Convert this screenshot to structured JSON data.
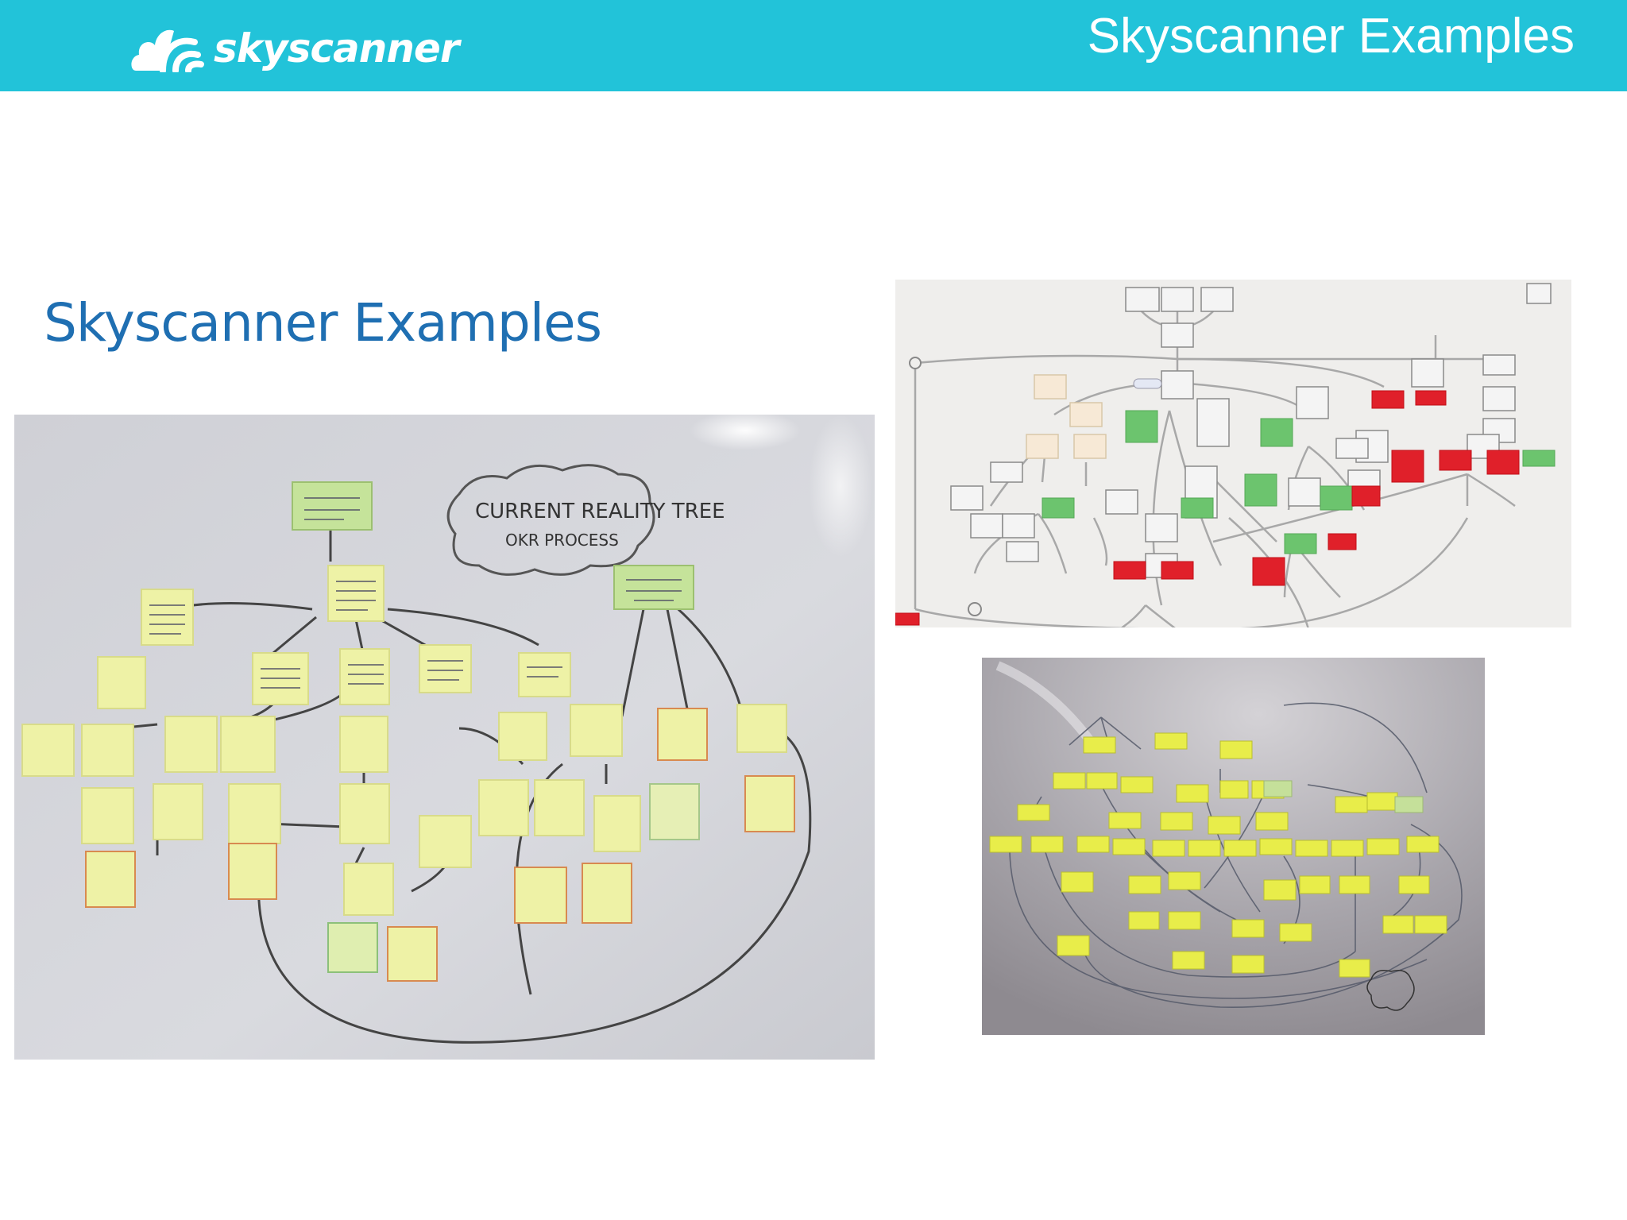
{
  "header": {
    "brand": "skyscanner",
    "title": "Skyscanner Examples",
    "background_color": "#22c3d9"
  },
  "slide": {
    "title": "Skyscanner Examples",
    "title_color": "#1f6fb2"
  },
  "images": [
    {
      "name": "whiteboard-current-reality-tree",
      "caption_cloud_line1": "CURRENT REALITY TREE",
      "caption_cloud_line2": "OKR PROCESS",
      "description": "Photo of a whiteboard with yellow, green and orange-bordered sticky notes connected by hand-drawn arrows"
    },
    {
      "name": "digital-tree-diagram",
      "description": "Screenshot of a digital current reality tree with grey, beige, green and red boxes connected by curved lines"
    },
    {
      "name": "wall-sticky-notes",
      "description": "Photo of a grey wall covered in yellow sticky notes connected by many hand-drawn lines"
    }
  ]
}
